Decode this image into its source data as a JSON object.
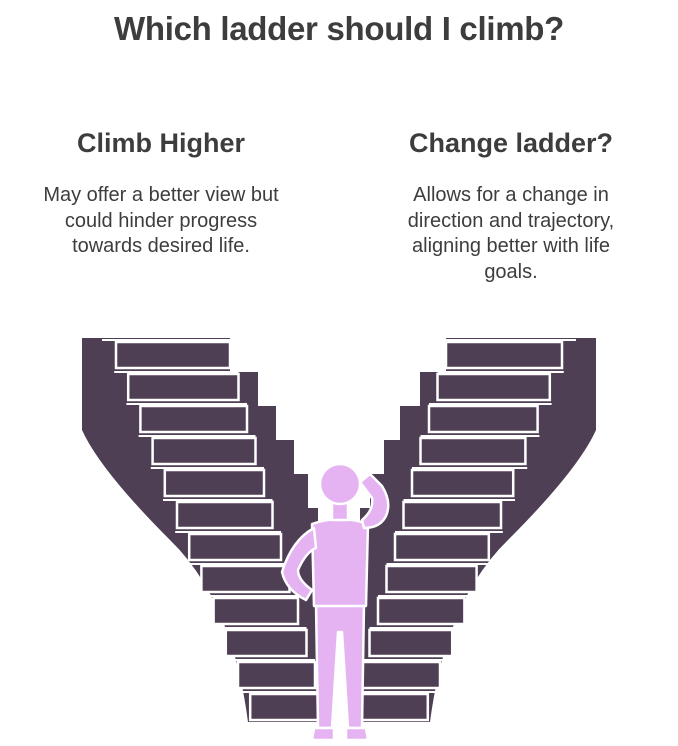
{
  "title": "Which ladder should I climb?",
  "options": [
    {
      "heading": "Climb Higher",
      "text": "May offer a better view but could hinder progress towards desired life."
    },
    {
      "heading": "Change ladder?",
      "text": "Allows for a change in direction and trajectory, aligning better with life goals."
    }
  ],
  "colors": {
    "text": "#3d3d3d",
    "staircase": "#4f3f54",
    "person": "#e5b2f2"
  },
  "icons": [
    "staircase-left",
    "staircase-right",
    "thinking-person-icon"
  ]
}
